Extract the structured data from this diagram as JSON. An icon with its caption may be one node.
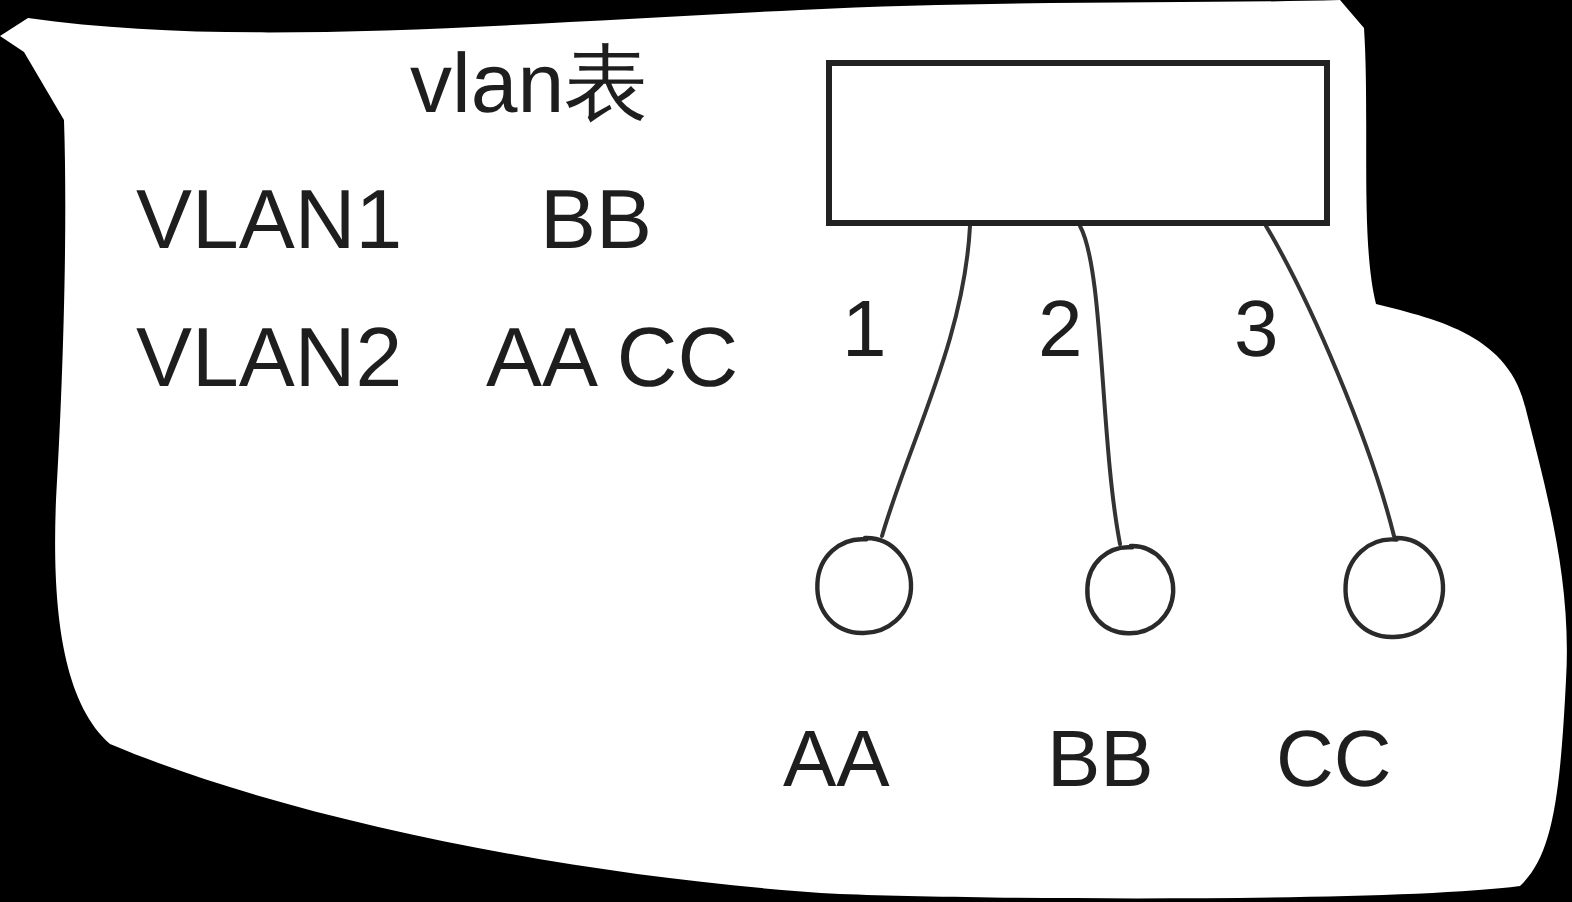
{
  "diagram": {
    "nodes": [
      {
        "text": [],
        "shape": "box"
      },
      {
        "text": [],
        "shape": "circle",
        "beside": [
          "AA"
        ]
      },
      {
        "text": [],
        "shape": "circle",
        "beside": [
          "BB"
        ]
      },
      {
        "text": [],
        "shape": "circle",
        "beside": [
          "CC"
        ]
      }
    ],
    "edges": [
      {
        "from": 0,
        "to": 1,
        "arrow": "none",
        "label": "1"
      },
      {
        "from": 0,
        "to": 2,
        "arrow": "none",
        "label": "2"
      },
      {
        "from": 0,
        "to": 3,
        "arrow": "none",
        "label": "3"
      }
    ],
    "labels": [
      "vlan表",
      "VLAN1",
      "BB",
      "VLAN2",
      "AA CC"
    ]
  }
}
